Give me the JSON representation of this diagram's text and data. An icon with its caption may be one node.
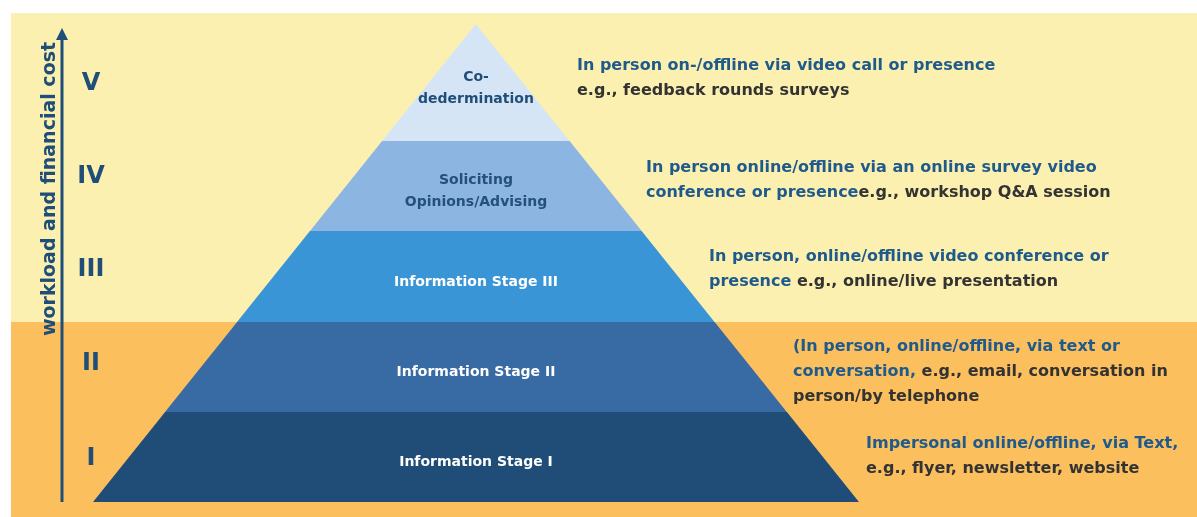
{
  "diagram": {
    "nodes": [
      {
        "text": [
          "Co-dedermination"
        ],
        "beside": [
          "In person on-/offline via video call or presence",
          "e.g., feedback rounds surveys"
        ]
      },
      {
        "text": [
          "Soliciting Opinions/Advising"
        ],
        "beside": [
          "In person online/offline via an online survey video conference or presence",
          "e.g., workshop Q&A session"
        ]
      },
      {
        "text": [
          "Information Stage III"
        ],
        "beside": [
          "In person, online/offline video conference or presence",
          "e.g., online/live presentation"
        ]
      },
      {
        "text": [
          "Information Stage II"
        ],
        "beside": [
          "(In person, online/offline, via text or conversation,",
          "e.g., email, conversation in person/by telephone"
        ]
      },
      {
        "text": [
          "Information Stage I"
        ],
        "beside": [
          "Impersonal online/offline, via Text,",
          "e.g., flyer, newsletter, website"
        ]
      }
    ],
    "labels": [
      "workload and financial cost",
      "V",
      "IV",
      "III",
      "II",
      "I"
    ]
  }
}
